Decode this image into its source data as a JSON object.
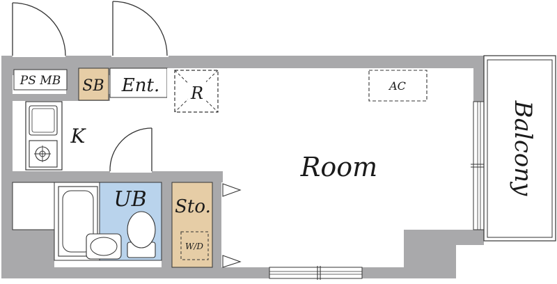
{
  "floor_plan": {
    "labels": {
      "ps_mb": "PS MB",
      "sb": "SB",
      "entrance": "Ent.",
      "refrigerator": "R",
      "air_conditioner": "AC",
      "kitchen": "K",
      "room": "Room",
      "balcony": "Balcony",
      "unit_bath": "UB",
      "storage": "Sto.",
      "washer": "W/D"
    },
    "colors": {
      "wall": "#a9a9ab",
      "shoe_box": "#e6cda6",
      "unit_bath": "#b9d3ec",
      "storage": "#e6cda6",
      "line": "#333333"
    }
  }
}
